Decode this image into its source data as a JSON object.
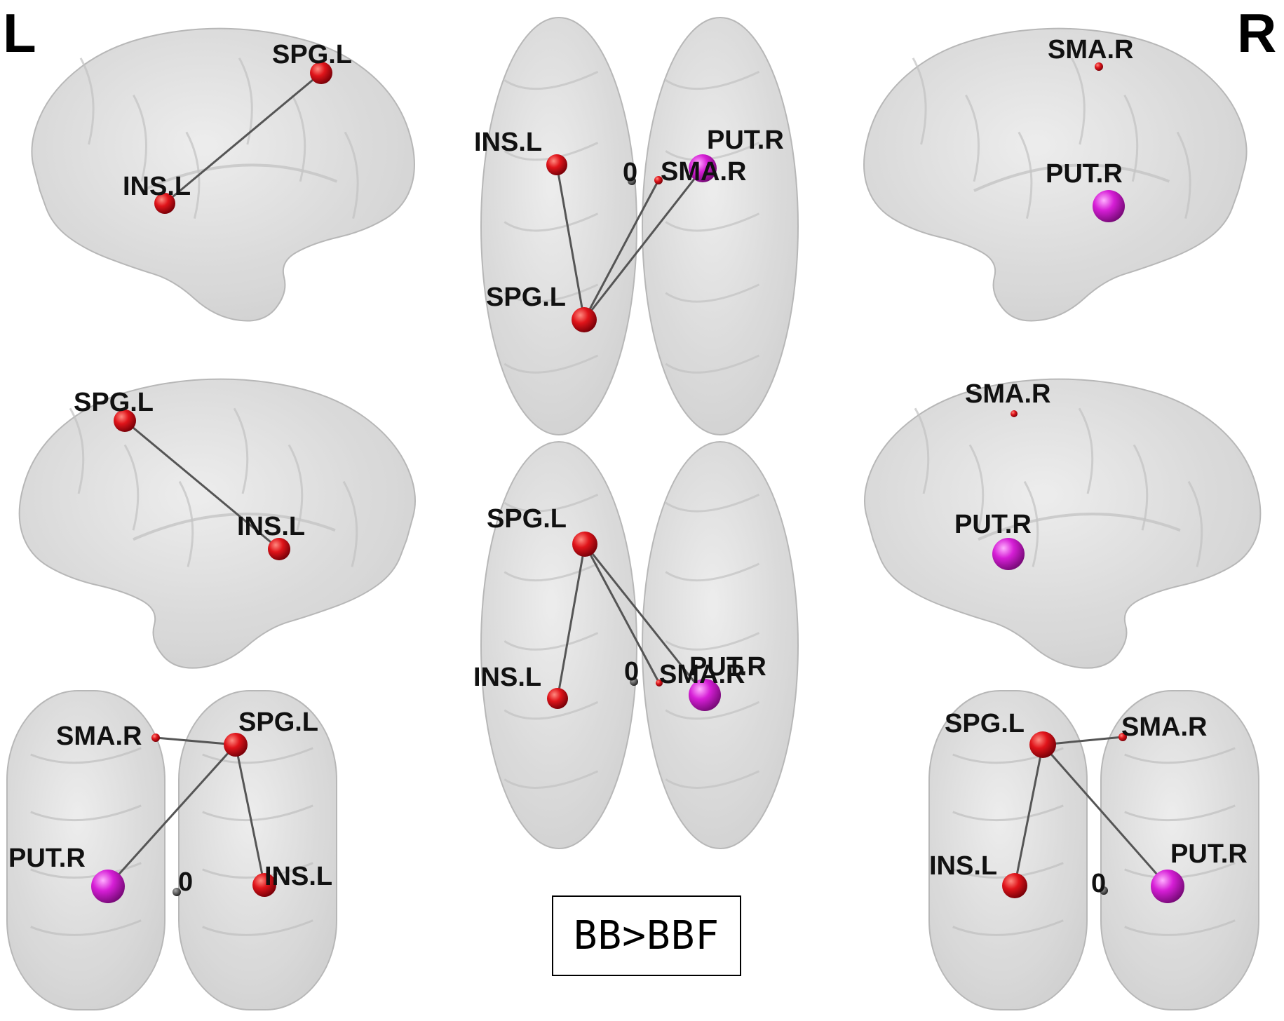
{
  "side_labels": {
    "left": "L",
    "right": "R"
  },
  "condition_label": "BB>BBF",
  "colors": {
    "brain_fill": "#dcdcdc",
    "brain_stroke": "#b4b4b4",
    "node_red": "#e0141a",
    "node_magenta": "#d61ed6",
    "node_origin": "#444444",
    "edge": "#555555",
    "label": "#111111"
  },
  "views": [
    {
      "id": "lateral-left",
      "brain": "sagittal",
      "nodes": [
        {
          "label": "SPG.L",
          "color": "red"
        },
        {
          "label": "INS.L",
          "color": "red"
        }
      ],
      "edges": [
        [
          0,
          1
        ]
      ]
    },
    {
      "id": "medial-left",
      "brain": "sagittal",
      "nodes": [
        {
          "label": "SPG.L",
          "color": "red"
        },
        {
          "label": "INS.L",
          "color": "red"
        }
      ],
      "edges": [
        [
          0,
          1
        ]
      ]
    },
    {
      "id": "coronal-left",
      "brain": "coronal",
      "nodes": [
        {
          "label": "SMA.R",
          "color": "red"
        },
        {
          "label": "SPG.L",
          "color": "red"
        },
        {
          "label": "PUT.R",
          "color": "magenta"
        },
        {
          "label": "INS.L",
          "color": "red"
        },
        {
          "label": "0",
          "color": "origin"
        }
      ],
      "edges": [
        [
          0,
          1
        ],
        [
          1,
          2
        ],
        [
          1,
          3
        ]
      ]
    },
    {
      "id": "dorsal",
      "brain": "axial",
      "nodes": [
        {
          "label": "INS.L",
          "color": "red"
        },
        {
          "label": "PUT.R",
          "color": "magenta"
        },
        {
          "label": "SMA.R",
          "color": "red"
        },
        {
          "label": "SPG.L",
          "color": "red"
        },
        {
          "label": "0",
          "color": "origin"
        }
      ],
      "edges": [
        [
          0,
          3
        ],
        [
          2,
          3
        ],
        [
          1,
          3
        ]
      ]
    },
    {
      "id": "ventral",
      "brain": "axial",
      "nodes": [
        {
          "label": "SPG.L",
          "color": "red"
        },
        {
          "label": "INS.L",
          "color": "red"
        },
        {
          "label": "SMA.R",
          "color": "red"
        },
        {
          "label": "PUT.R",
          "color": "magenta"
        },
        {
          "label": "0",
          "color": "origin"
        }
      ],
      "edges": [
        [
          0,
          1
        ],
        [
          0,
          2
        ],
        [
          0,
          3
        ]
      ]
    },
    {
      "id": "lateral-right",
      "brain": "sagittal",
      "nodes": [
        {
          "label": "SMA.R",
          "color": "red"
        },
        {
          "label": "PUT.R",
          "color": "magenta"
        }
      ],
      "edges": []
    },
    {
      "id": "medial-right",
      "brain": "sagittal",
      "nodes": [
        {
          "label": "SMA.R",
          "color": "red"
        },
        {
          "label": "PUT.R",
          "color": "magenta"
        }
      ],
      "edges": []
    },
    {
      "id": "coronal-right",
      "brain": "coronal",
      "nodes": [
        {
          "label": "SPG.L",
          "color": "red"
        },
        {
          "label": "SMA.R",
          "color": "red"
        },
        {
          "label": "INS.L",
          "color": "red"
        },
        {
          "label": "PUT.R",
          "color": "magenta"
        },
        {
          "label": "0",
          "color": "origin"
        }
      ],
      "edges": [
        [
          0,
          1
        ],
        [
          0,
          2
        ],
        [
          0,
          3
        ]
      ]
    }
  ]
}
